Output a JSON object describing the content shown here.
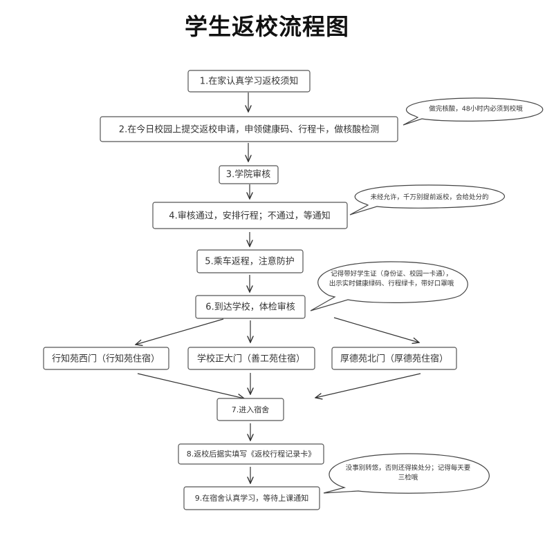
{
  "title": "学生返校流程图",
  "nodes": [
    {
      "id": "n1",
      "label": "1.在家认真学习返校须知"
    },
    {
      "id": "n2",
      "label": "2.在今日校园上提交返校申请，申领健康码、行程卡，做核酸检测"
    },
    {
      "id": "n3",
      "label": "3.学院审核"
    },
    {
      "id": "n4",
      "label": "4.审核通过，安排行程；不通过，等通知"
    },
    {
      "id": "n5",
      "label": "5.乘车返程，注意防护"
    },
    {
      "id": "n6",
      "label": "6.到达学校，体检审核"
    },
    {
      "id": "gate_west",
      "label": "行知苑西门（行知苑住宿）"
    },
    {
      "id": "gate_main",
      "label": "学校正大门（善工苑住宿）"
    },
    {
      "id": "gate_north",
      "label": "厚德苑北门（厚德苑住宿）"
    },
    {
      "id": "n7",
      "label": "7.进入宿舍"
    },
    {
      "id": "n8",
      "label": "8.返校后据实填写《返校行程记录卡》"
    },
    {
      "id": "n9",
      "label": "9.在宿舍认真学习，等待上课通知"
    }
  ],
  "edges": [
    {
      "from": "n1",
      "to": "n2"
    },
    {
      "from": "n2",
      "to": "n3"
    },
    {
      "from": "n3",
      "to": "n4"
    },
    {
      "from": "n4",
      "to": "n5"
    },
    {
      "from": "n5",
      "to": "n6"
    },
    {
      "from": "n6",
      "to": "gate_west"
    },
    {
      "from": "n6",
      "to": "gate_main"
    },
    {
      "from": "n6",
      "to": "gate_north"
    },
    {
      "from": "gate_west",
      "to": "n7"
    },
    {
      "from": "gate_main",
      "to": "n7"
    },
    {
      "from": "gate_north",
      "to": "n7"
    },
    {
      "from": "n7",
      "to": "n8"
    },
    {
      "from": "n8",
      "to": "n9"
    }
  ],
  "callouts": [
    {
      "id": "c1",
      "attached_to": "n2",
      "lines": [
        "做完核酸，48小时内必须到校哦"
      ]
    },
    {
      "id": "c2",
      "attached_to": "n4",
      "lines": [
        "未经允许，千万别提前返校，会给处分的"
      ]
    },
    {
      "id": "c3",
      "attached_to": "n6",
      "lines": [
        "记得带好学生证（身份证、校园一卡通），",
        "出示实时健康绿码、行程绿卡，带好口罩哦"
      ]
    },
    {
      "id": "c4",
      "attached_to": "n9",
      "lines": [
        "没事别转悠，否则还得挨处分；记得每天要",
        "三检哦"
      ]
    }
  ]
}
